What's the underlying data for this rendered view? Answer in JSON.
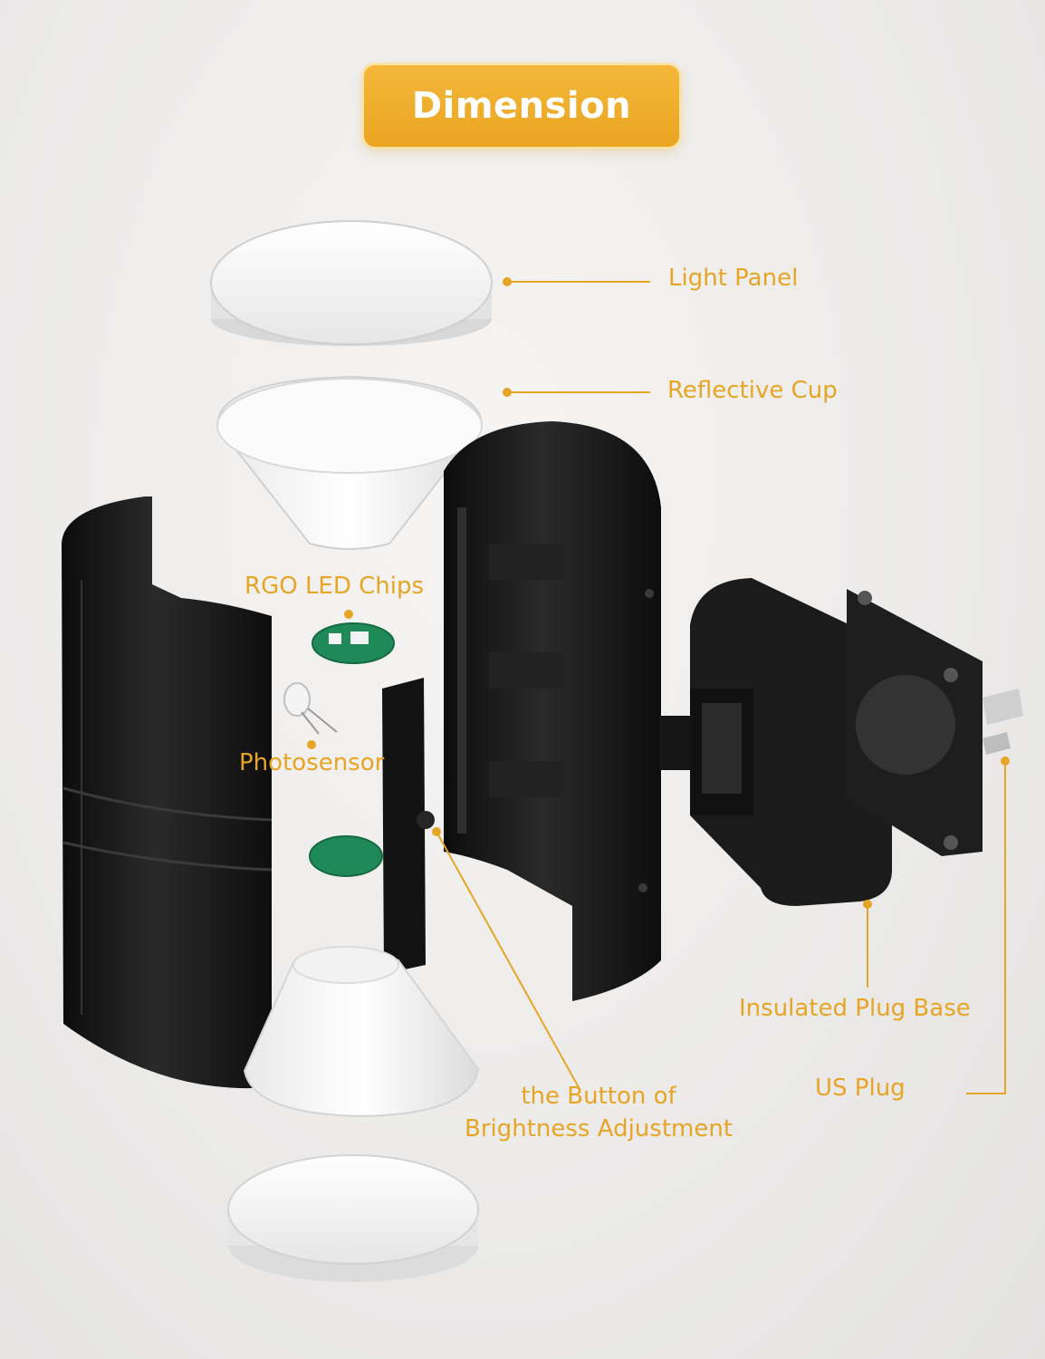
{
  "title": "Dimension",
  "labels": {
    "light_panel": "Light Panel",
    "reflective_cup": "Reflective Cup",
    "led_chips": "RGO LED Chips",
    "photosensor": "Photosensor",
    "button_line1": "the Button of",
    "button_line2": "Brightness Adjustment",
    "plug_base": "Insulated Plug Base",
    "us_plug": "US Plug"
  },
  "colors": {
    "accent": "#e7a525",
    "body_black": "#1b1b1b",
    "pcb_green": "#1f8a57"
  }
}
